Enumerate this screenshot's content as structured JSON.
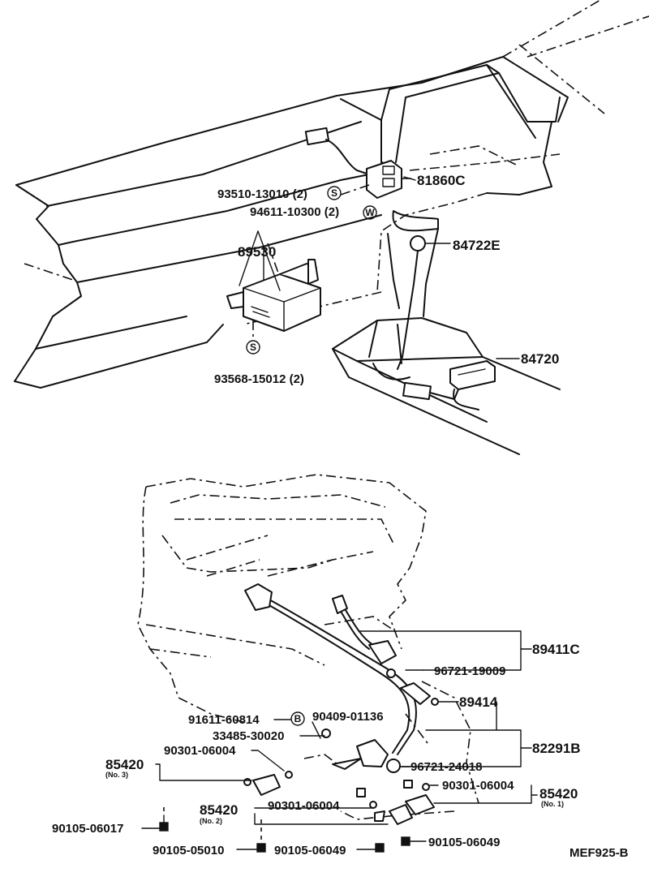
{
  "upper": {
    "p81860c": "81860C",
    "p93510": "93510-13010 (2)",
    "p94611": "94611-10300 (2)",
    "p84722e": "84722E",
    "p89530": "89530",
    "p84720": "84720",
    "p93568": "93568-15012 (2)"
  },
  "lower": {
    "p89411c": "89411C",
    "p96721_19009": "96721-19009",
    "p89414": "89414",
    "p91611": "91611-60814",
    "p90409": "90409-01136",
    "p33485": "33485-30020",
    "p82291b": "82291B",
    "p90301_a": "90301-06004",
    "p85420_3": "85420",
    "p85420_3_sub": "(No. 3)",
    "p96721_24018": "96721-24018",
    "p90301_b": "90301-06004",
    "p85420_1": "85420",
    "p85420_1_sub": "(No. 1)",
    "p85420_2": "85420",
    "p85420_2_sub": "(No. 2)",
    "p90301_c": "90301-06004",
    "p90105_06017": "90105-06017",
    "p90105_05010": "90105-05010",
    "p90105_06049_a": "90105-06049",
    "p90105_06049_b": "90105-06049"
  },
  "symbols": {
    "s": "S",
    "w": "W",
    "b": "B"
  },
  "footer": {
    "code": "MEF925-B"
  }
}
